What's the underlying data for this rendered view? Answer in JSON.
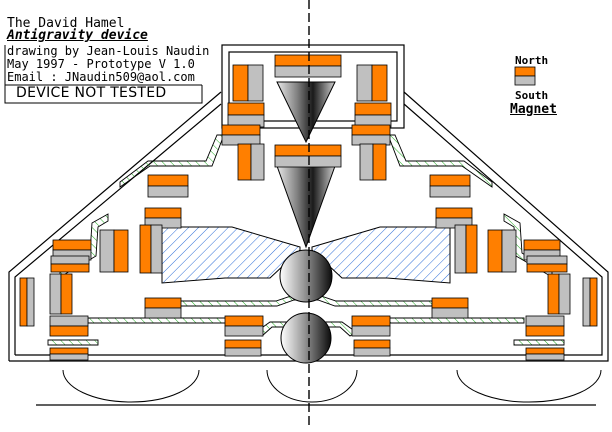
{
  "credits": {
    "line1": "The David Hamel",
    "line2": "Antigravity device",
    "line3": "drawing by Jean-Louis Naudin",
    "line4": "May 1997 - Prototype V 1.0",
    "line5": "Email : JNaudin509@aol.com",
    "status": "DEVICE NOT TESTED"
  },
  "legend": {
    "north": "North",
    "south": "South",
    "title": "Magnet"
  },
  "colors": {
    "magnet_north": "#ff7f00",
    "magnet_south": "#c0c0c0",
    "outline": "#000000",
    "hatch_blue": "#2f6fd8",
    "hatch_green": "#22aa22"
  }
}
